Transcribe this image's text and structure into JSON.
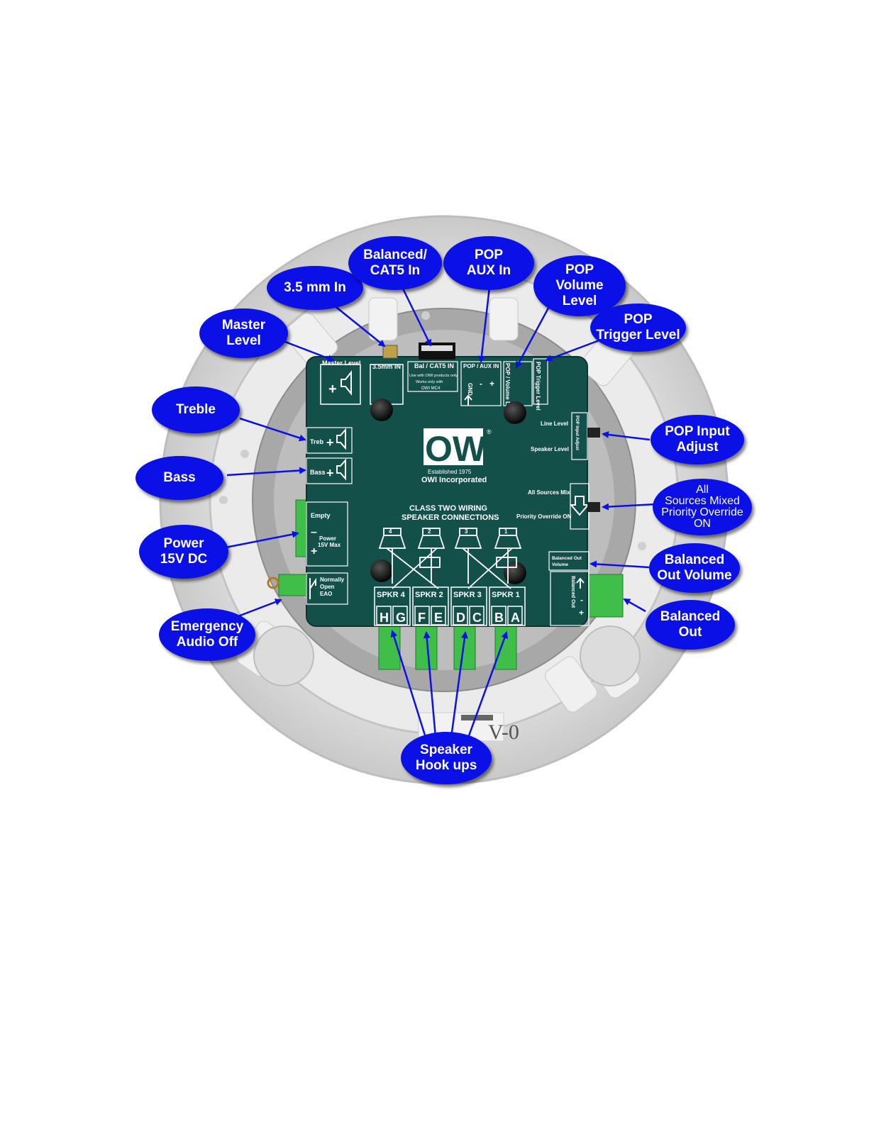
{
  "callouts": {
    "master_level": "Master\nLevel",
    "mm_in": "3.5 mm In",
    "balanced_cat5_in": "Balanced/\nCAT5 In",
    "pop_aux_in": "POP\nAUX In",
    "pop_volume_level": "POP\nVolume\nLevel",
    "pop_trigger_level": "POP\nTrigger Level",
    "treble": "Treble",
    "bass": "Bass",
    "pop_input_adjust": "POP Input\nAdjust",
    "all_sources_mixed": "All\nSources Mixed\nPriority Override\nON",
    "power": "Power\n15V DC",
    "balanced_out_volume": "Balanced\nOut Volume",
    "balanced_out": "Balanced\nOut",
    "emergency_audio_off": "Emergency\nAudio Off",
    "speaker_hookups": "Speaker\nHook ups"
  },
  "board": {
    "master_level": "Master Level",
    "mm_in": "3.5mm IN",
    "bal_cat5_in": "Bal / CAT5 IN",
    "bal_note_1": "Use with OWI products only",
    "bal_note_2": "Works only with",
    "bal_note_3": "OWI MC4",
    "pop_aux_in": "POP / AUX IN",
    "gnd": "GND",
    "minus": "-",
    "plus": "+",
    "pop_volume_level": "POP / Volume Level",
    "pop_trigger_level": "POP Trigger Level",
    "treb": "Treb",
    "bass": "Bass",
    "line_level": "Line Level",
    "speaker_level": "Speaker Level",
    "pop_input_adjust": "POP Input Adjust",
    "all_sources_mix": "All Sources Mix",
    "priority_override_on": "Priority Override ON",
    "logo": "OWI",
    "established": "Established 1975",
    "company": "OWI Incorporated",
    "class_two_1": "CLASS TWO WIRING",
    "class_two_2": "SPEAKER CONNECTIONS",
    "empty": "Empty",
    "power_label": "Power",
    "power_rating": "15V Max",
    "normally_open_1": "Normally",
    "normally_open_2": "Open",
    "eao": "EAO",
    "balanced_out_volume_1": "Balanced Out",
    "balanced_out_volume_2": "Volume",
    "balanced_out": "Balanced Out",
    "speakers": [
      {
        "label": "SPKR 4",
        "left": "H",
        "right": "G"
      },
      {
        "label": "SPKR 2",
        "left": "F",
        "right": "E"
      },
      {
        "label": "SPKR 3",
        "left": "D",
        "right": "C"
      },
      {
        "label": "SPKR 1",
        "left": "B",
        "right": "A"
      }
    ],
    "spk_taps": [
      "4",
      "2",
      "3",
      "1"
    ],
    "bottom_marking": "V-0"
  }
}
